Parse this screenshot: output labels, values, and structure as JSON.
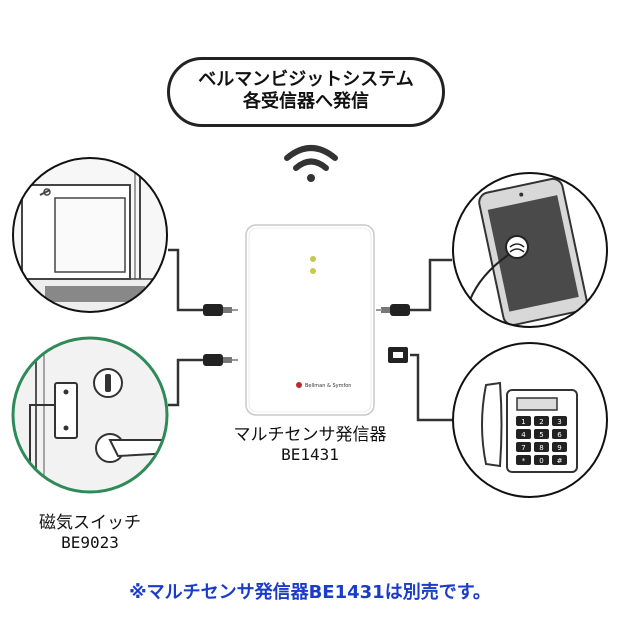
{
  "bubble": {
    "line1": "ベルマンビジットシステム",
    "line2": "各受信器へ発信"
  },
  "transmitter": {
    "name": "マルチセンサ発信器",
    "model": "BE1431",
    "brand": "Bellman & Symfon"
  },
  "switch": {
    "name": "磁気スイッチ",
    "model": "BE9023"
  },
  "note": "※マルチセンサ発信器BE1431は別売です。",
  "keypad_keys": [
    "1",
    "2",
    "3",
    "4",
    "5",
    "6",
    "7",
    "8",
    "9",
    "*",
    "0",
    "#"
  ],
  "colors": {
    "note_text": "#1a3cc8",
    "circle_stroke": "#111111",
    "switch_circle_stroke": "#2e8b57",
    "device_border": "#cccccc",
    "led": "#c8c84a"
  }
}
